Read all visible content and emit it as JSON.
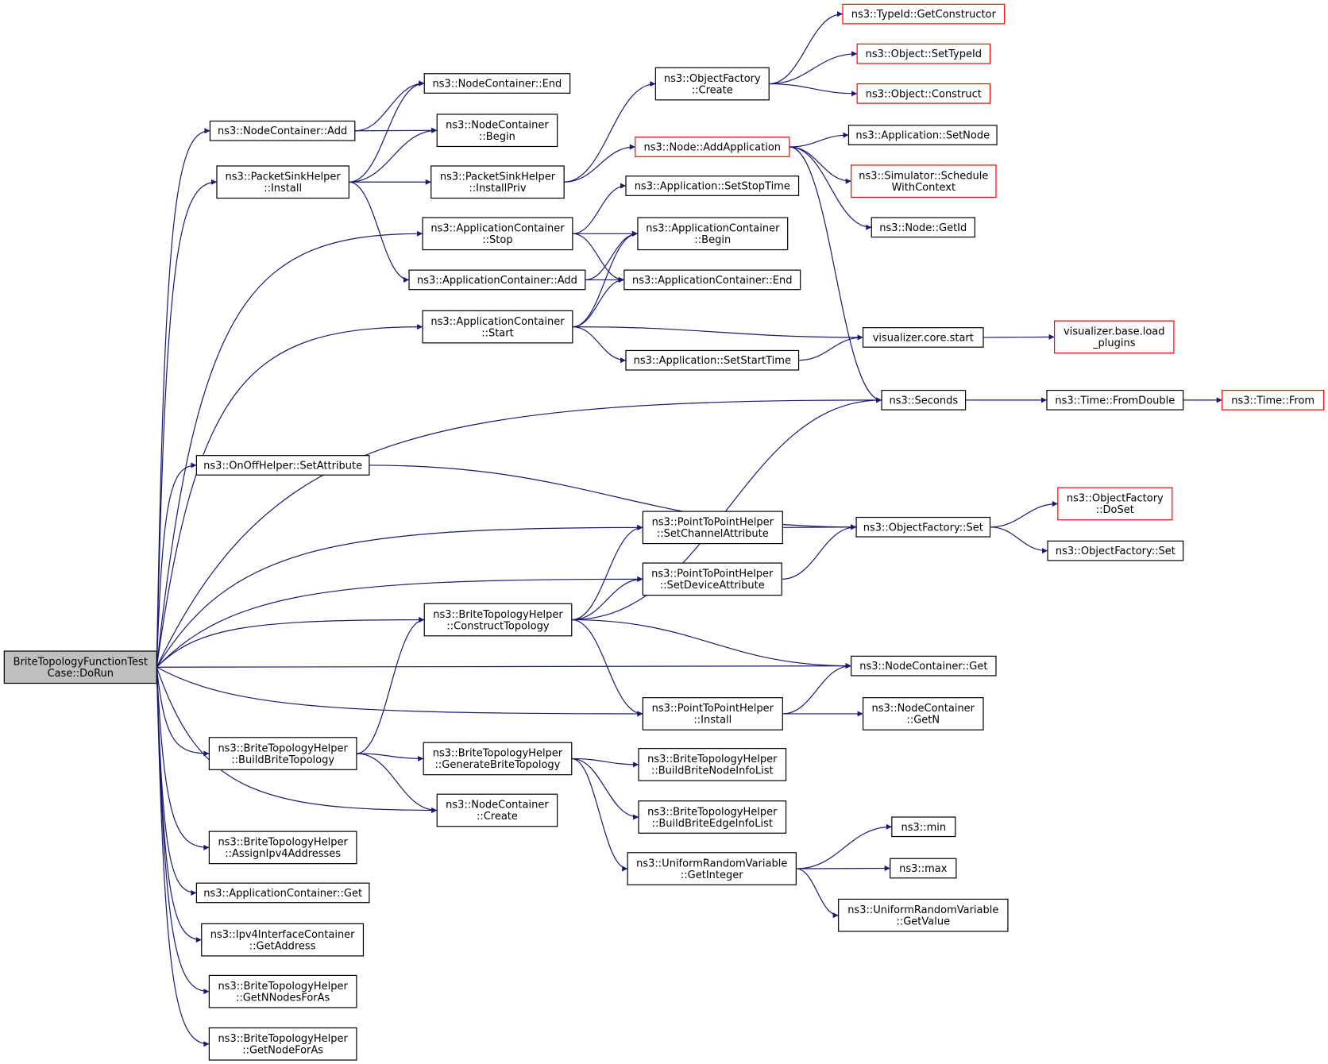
{
  "colors": {
    "edge": "#191970",
    "root_fill": "#bfbfbf",
    "node_border": "#000000",
    "external_border": "#ff0000"
  },
  "nodes": {
    "root": {
      "lines": [
        "BriteTopologyFunctionTest",
        "Case::DoRun"
      ],
      "style": "root"
    },
    "nc_add": {
      "lines": [
        "ns3::NodeContainer::Add"
      ]
    },
    "nc_end": {
      "lines": [
        "ns3::NodeContainer::End"
      ]
    },
    "nc_begin": {
      "lines": [
        "ns3::NodeContainer",
        "::Begin"
      ]
    },
    "psh_install": {
      "lines": [
        "ns3::PacketSinkHelper",
        "::Install"
      ]
    },
    "psh_installpriv": {
      "lines": [
        "ns3::PacketSinkHelper",
        "::InstallPriv"
      ]
    },
    "of_create": {
      "lines": [
        "ns3::ObjectFactory",
        "::Create"
      ]
    },
    "typeid_getctor": {
      "lines": [
        "ns3::TypeId::GetConstructor"
      ],
      "style": "red"
    },
    "obj_settypeid": {
      "lines": [
        "ns3::Object::SetTypeId"
      ],
      "style": "red"
    },
    "obj_construct": {
      "lines": [
        "ns3::Object::Construct"
      ],
      "style": "red"
    },
    "node_addapp": {
      "lines": [
        "ns3::Node::AddApplication"
      ],
      "style": "red"
    },
    "app_setnode": {
      "lines": [
        "ns3::Application::SetNode"
      ]
    },
    "sim_schedule": {
      "lines": [
        "ns3::Simulator::Schedule",
        "WithContext"
      ],
      "style": "red"
    },
    "node_getid": {
      "lines": [
        "ns3::Node::GetId"
      ]
    },
    "app_setstoptime": {
      "lines": [
        "ns3::Application::SetStopTime"
      ]
    },
    "ac_stop": {
      "lines": [
        "ns3::ApplicationContainer",
        "::Stop"
      ]
    },
    "ac_begin": {
      "lines": [
        "ns3::ApplicationContainer",
        "::Begin"
      ]
    },
    "ac_add": {
      "lines": [
        "ns3::ApplicationContainer::Add"
      ]
    },
    "ac_end": {
      "lines": [
        "ns3::ApplicationContainer::End"
      ]
    },
    "ac_start": {
      "lines": [
        "ns3::ApplicationContainer",
        "::Start"
      ]
    },
    "vis_start": {
      "lines": [
        "visualizer.core.start"
      ]
    },
    "vis_load": {
      "lines": [
        "visualizer.base.load",
        "_plugins"
      ],
      "style": "red"
    },
    "app_setstarttime": {
      "lines": [
        "ns3::Application::SetStartTime"
      ]
    },
    "seconds": {
      "lines": [
        "ns3::Seconds"
      ]
    },
    "time_fromdouble": {
      "lines": [
        "ns3::Time::FromDouble"
      ]
    },
    "time_from": {
      "lines": [
        "ns3::Time::From"
      ],
      "style": "red"
    },
    "onoff_setattr": {
      "lines": [
        "ns3::OnOffHelper::SetAttribute"
      ]
    },
    "of_doset": {
      "lines": [
        "ns3::ObjectFactory",
        "::DoSet"
      ],
      "style": "red"
    },
    "p2p_setchan": {
      "lines": [
        "ns3::PointToPointHelper",
        "::SetChannelAttribute"
      ]
    },
    "of_set": {
      "lines": [
        "ns3::ObjectFactory::Set"
      ]
    },
    "of_set2": {
      "lines": [
        "ns3::ObjectFactory::Set"
      ]
    },
    "p2p_setdev": {
      "lines": [
        "ns3::PointToPointHelper",
        "::SetDeviceAttribute"
      ]
    },
    "bth_construct": {
      "lines": [
        "ns3::BriteTopologyHelper",
        "::ConstructTopology"
      ]
    },
    "nc_get": {
      "lines": [
        "ns3::NodeContainer::Get"
      ]
    },
    "p2p_install": {
      "lines": [
        "ns3::PointToPointHelper",
        "::Install"
      ]
    },
    "nc_getn": {
      "lines": [
        "ns3::NodeContainer",
        "::GetN"
      ]
    },
    "bth_build": {
      "lines": [
        "ns3::BriteTopologyHelper",
        "::BuildBriteTopology"
      ]
    },
    "bth_generate": {
      "lines": [
        "ns3::BriteTopologyHelper",
        "::GenerateBriteTopology"
      ]
    },
    "bth_nodeinfo": {
      "lines": [
        "ns3::BriteTopologyHelper",
        "::BuildBriteNodeInfoList"
      ]
    },
    "nc_create": {
      "lines": [
        "ns3::NodeContainer",
        "::Create"
      ]
    },
    "bth_edgeinfo": {
      "lines": [
        "ns3::BriteTopologyHelper",
        "::BuildBriteEdgeInfoList"
      ]
    },
    "ns3_min": {
      "lines": [
        "ns3::min"
      ]
    },
    "urv_getint": {
      "lines": [
        "ns3::UniformRandomVariable",
        "::GetInteger"
      ]
    },
    "ns3_max": {
      "lines": [
        "ns3::max"
      ]
    },
    "urv_getvalue": {
      "lines": [
        "ns3::UniformRandomVariable",
        "::GetValue"
      ]
    },
    "bth_assign": {
      "lines": [
        "ns3::BriteTopologyHelper",
        "::AssignIpv4Addresses"
      ]
    },
    "ac_get": {
      "lines": [
        "ns3::ApplicationContainer::Get"
      ]
    },
    "ipv4_getaddr": {
      "lines": [
        "ns3::Ipv4InterfaceContainer",
        "::GetAddress"
      ]
    },
    "bth_getnnodes": {
      "lines": [
        "ns3::BriteTopologyHelper",
        "::GetNNodesForAs"
      ]
    },
    "bth_getnode": {
      "lines": [
        "ns3::BriteTopologyHelper",
        "::GetNodeForAs"
      ]
    }
  },
  "edges": [
    [
      "root",
      "nc_add"
    ],
    [
      "root",
      "psh_install"
    ],
    [
      "root",
      "ac_stop"
    ],
    [
      "root",
      "ac_start"
    ],
    [
      "root",
      "seconds"
    ],
    [
      "root",
      "onoff_setattr"
    ],
    [
      "root",
      "p2p_setchan"
    ],
    [
      "root",
      "p2p_setdev"
    ],
    [
      "root",
      "bth_construct"
    ],
    [
      "root",
      "nc_get"
    ],
    [
      "root",
      "p2p_install"
    ],
    [
      "root",
      "bth_build"
    ],
    [
      "root",
      "nc_create"
    ],
    [
      "root",
      "bth_assign"
    ],
    [
      "root",
      "ac_get"
    ],
    [
      "root",
      "ipv4_getaddr"
    ],
    [
      "root",
      "bth_getnnodes"
    ],
    [
      "root",
      "bth_getnode"
    ],
    [
      "nc_add",
      "nc_end"
    ],
    [
      "nc_add",
      "nc_begin"
    ],
    [
      "psh_install",
      "nc_end"
    ],
    [
      "psh_install",
      "nc_begin"
    ],
    [
      "psh_install",
      "psh_installpriv"
    ],
    [
      "psh_install",
      "ac_add"
    ],
    [
      "psh_installpriv",
      "of_create"
    ],
    [
      "psh_installpriv",
      "node_addapp"
    ],
    [
      "of_create",
      "typeid_getctor"
    ],
    [
      "of_create",
      "obj_settypeid"
    ],
    [
      "of_create",
      "obj_construct"
    ],
    [
      "node_addapp",
      "app_setnode"
    ],
    [
      "node_addapp",
      "sim_schedule"
    ],
    [
      "node_addapp",
      "node_getid"
    ],
    [
      "node_addapp",
      "seconds"
    ],
    [
      "ac_stop",
      "app_setstoptime"
    ],
    [
      "ac_stop",
      "ac_begin"
    ],
    [
      "ac_stop",
      "ac_end"
    ],
    [
      "ac_add",
      "ac_begin"
    ],
    [
      "ac_add",
      "ac_end"
    ],
    [
      "ac_start",
      "ac_begin"
    ],
    [
      "ac_start",
      "ac_end"
    ],
    [
      "ac_start",
      "vis_start"
    ],
    [
      "ac_start",
      "app_setstarttime"
    ],
    [
      "app_setstarttime",
      "vis_start"
    ],
    [
      "vis_start",
      "vis_load"
    ],
    [
      "seconds",
      "time_fromdouble"
    ],
    [
      "time_fromdouble",
      "time_from"
    ],
    [
      "onoff_setattr",
      "of_set"
    ],
    [
      "p2p_setchan",
      "of_set"
    ],
    [
      "p2p_setdev",
      "of_set"
    ],
    [
      "of_set",
      "of_doset"
    ],
    [
      "of_set",
      "of_set2"
    ],
    [
      "bth_construct",
      "seconds"
    ],
    [
      "bth_construct",
      "p2p_setchan"
    ],
    [
      "bth_construct",
      "p2p_setdev"
    ],
    [
      "bth_construct",
      "nc_get"
    ],
    [
      "bth_construct",
      "p2p_install"
    ],
    [
      "p2p_install",
      "nc_get"
    ],
    [
      "p2p_install",
      "nc_getn"
    ],
    [
      "bth_build",
      "bth_construct"
    ],
    [
      "bth_build",
      "bth_generate"
    ],
    [
      "bth_build",
      "nc_create"
    ],
    [
      "bth_generate",
      "bth_nodeinfo"
    ],
    [
      "bth_generate",
      "bth_edgeinfo"
    ],
    [
      "bth_generate",
      "urv_getint"
    ],
    [
      "urv_getint",
      "ns3_min"
    ],
    [
      "urv_getint",
      "ns3_max"
    ],
    [
      "urv_getint",
      "urv_getvalue"
    ]
  ]
}
